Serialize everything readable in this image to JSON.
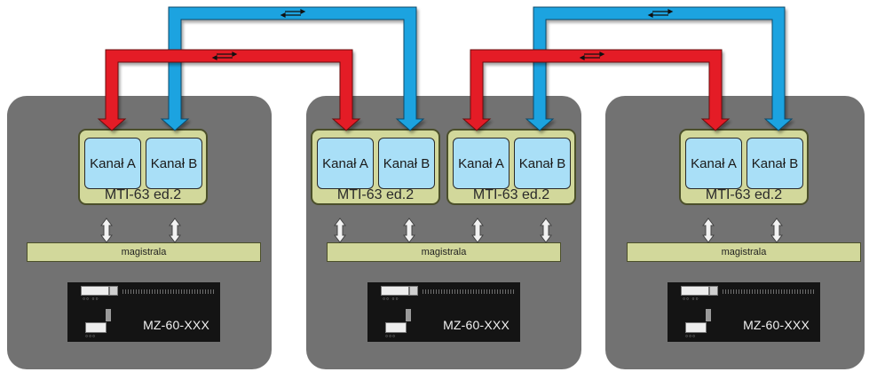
{
  "colors": {
    "panel": "#727272",
    "module": "#d2d89b",
    "channel": "#a9dff7",
    "bus": "#d2d89b",
    "device": "#141414",
    "link_red": "#e41e26",
    "link_blue": "#1aa3e0"
  },
  "groups": [
    {
      "modules": [
        {
          "channel_a": "Kanał A",
          "channel_b": "Kanał B",
          "label": "MTI-63 ed.2"
        }
      ],
      "bus_label": "magistrala",
      "device_label": "MZ-60-XXX"
    },
    {
      "modules": [
        {
          "channel_a": "Kanał A",
          "channel_b": "Kanał B",
          "label": "MTI-63 ed.2"
        },
        {
          "channel_a": "Kanał A",
          "channel_b": "Kanał B",
          "label": "MTI-63 ed.2"
        }
      ],
      "bus_label": "magistrala",
      "device_label": "MZ-60-XXX"
    },
    {
      "modules": [
        {
          "channel_a": "Kanał A",
          "channel_b": "Kanał B",
          "label": "MTI-63 ed.2"
        }
      ],
      "bus_label": "magistrala",
      "device_label": "MZ-60-XXX"
    }
  ],
  "links": [
    {
      "from": "group-1 module-1 channel-a",
      "to": "group-2 module-1 channel-a",
      "color": "red",
      "icon": "bidirectional-arrows-icon"
    },
    {
      "from": "group-1 module-1 channel-b",
      "to": "group-2 module-1 channel-b",
      "color": "blue",
      "icon": "bidirectional-arrows-icon"
    },
    {
      "from": "group-2 module-2 channel-a",
      "to": "group-3 module-1 channel-a",
      "color": "red",
      "icon": "bidirectional-arrows-icon"
    },
    {
      "from": "group-2 module-2 channel-b",
      "to": "group-3 module-1 channel-b",
      "color": "blue",
      "icon": "bidirectional-arrows-icon"
    }
  ]
}
